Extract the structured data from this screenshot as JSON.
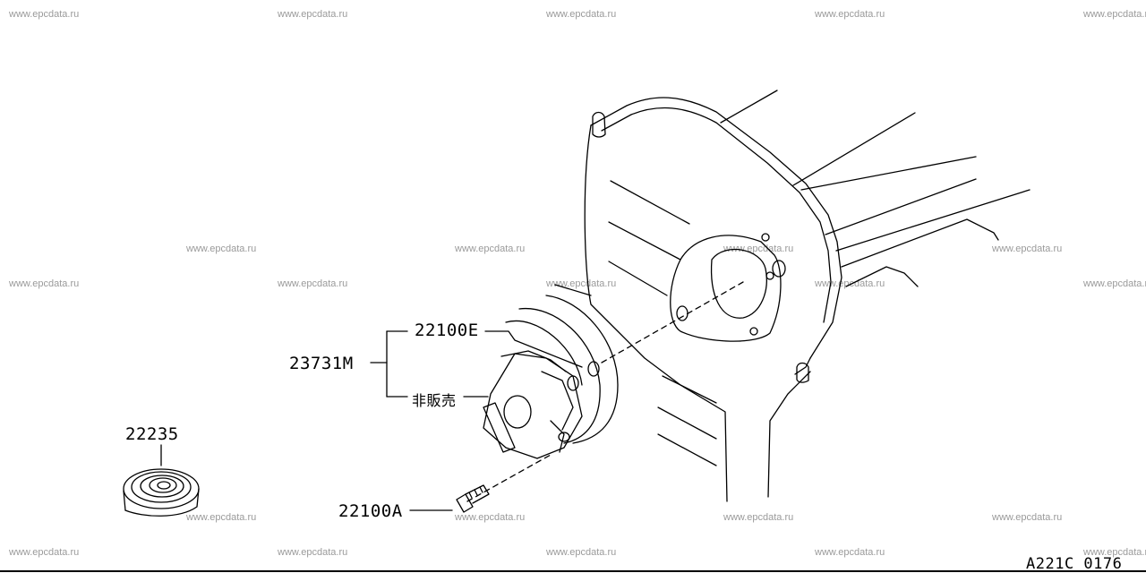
{
  "watermark": "www.epcdata.ru",
  "parts": {
    "p22100E": "22100E",
    "p23731M": "23731M",
    "not_for_sale": "非販売",
    "p22235": "22235",
    "p22100A": "22100A"
  },
  "diagram_code": "A221C 0176"
}
